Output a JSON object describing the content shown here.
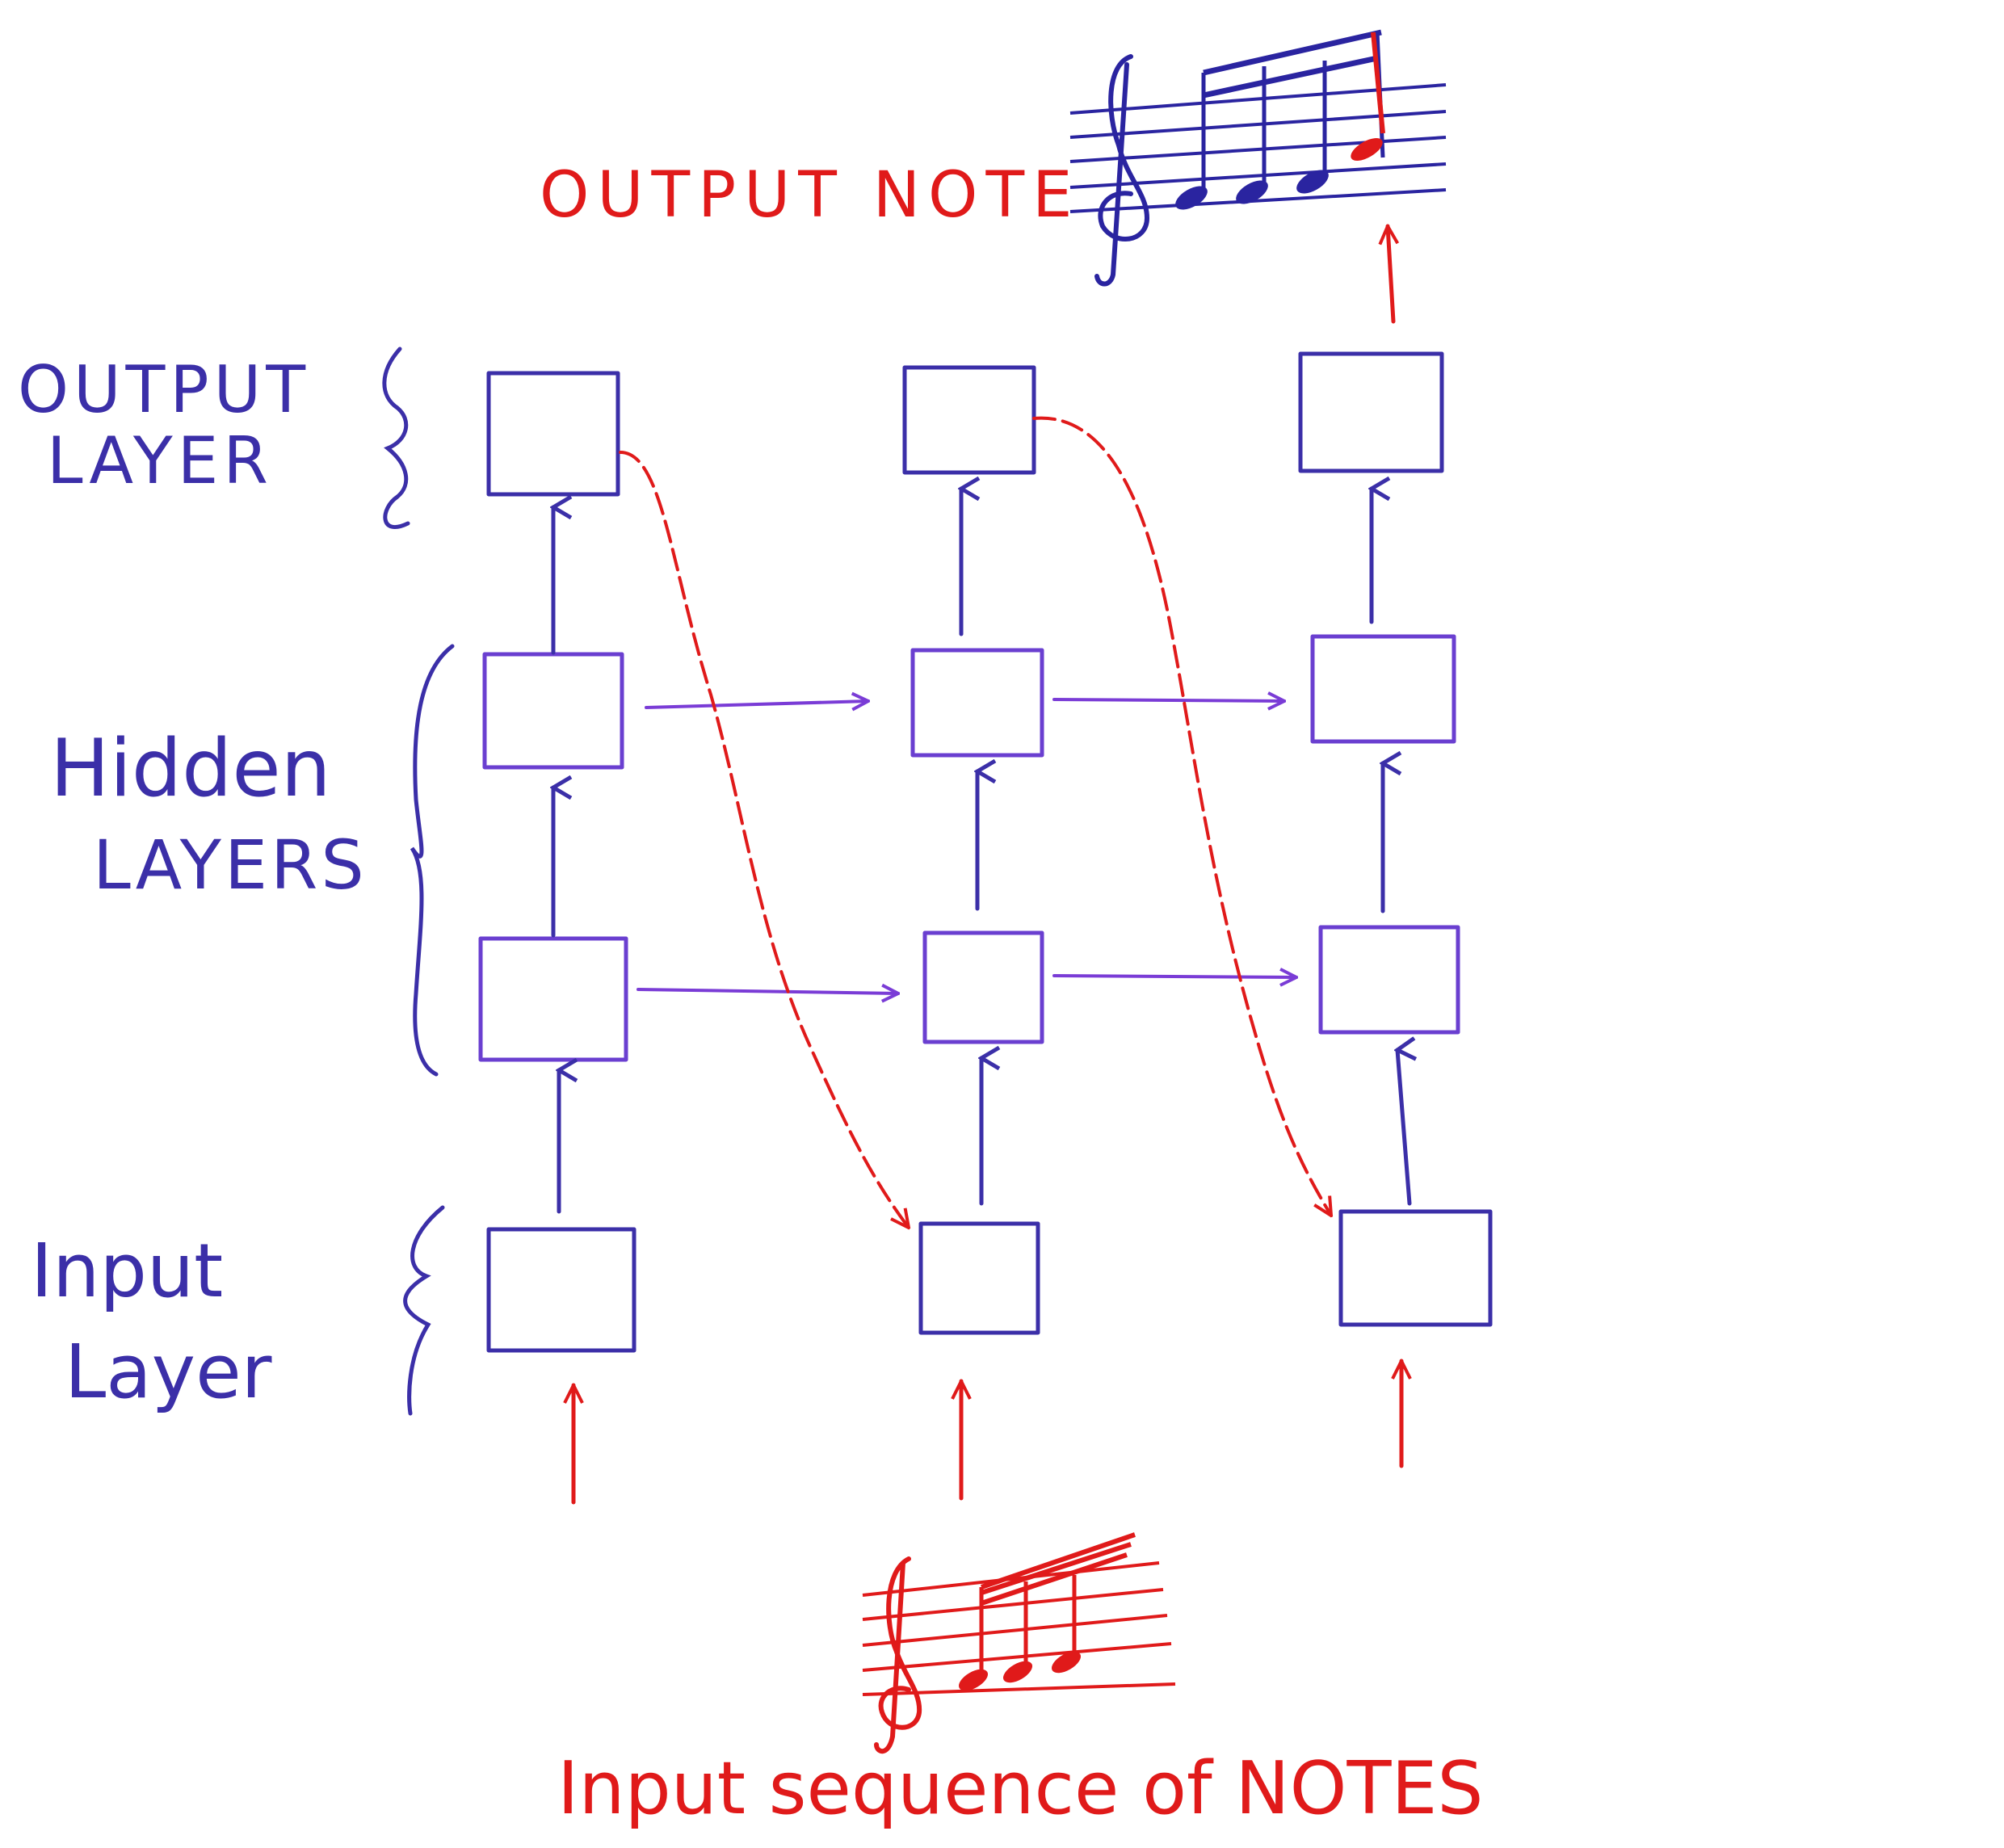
{
  "labels": {
    "output_note": "OUTPUT NOTE",
    "output_layer_line1": "OUTPUT",
    "output_layer_line2": "LAYER",
    "hidden_layers_line1": "Hidden",
    "hidden_layers_line2": "LAYERS",
    "input_layer_line1": "Input",
    "input_layer_line2": "Layer",
    "input_sequence": "Input sequence of NOTES"
  },
  "colors": {
    "network_ink": "#3b2fa8",
    "hidden_ink": "#6a3fd0",
    "highlight_ink": "#e01a1a",
    "background": "#ffffff"
  },
  "icons": {
    "output_music": "treble-clef-staff-icon",
    "input_music": "treble-clef-staff-icon"
  },
  "structure": {
    "time_steps": 3,
    "layers": [
      "input",
      "hidden",
      "hidden",
      "output"
    ]
  }
}
